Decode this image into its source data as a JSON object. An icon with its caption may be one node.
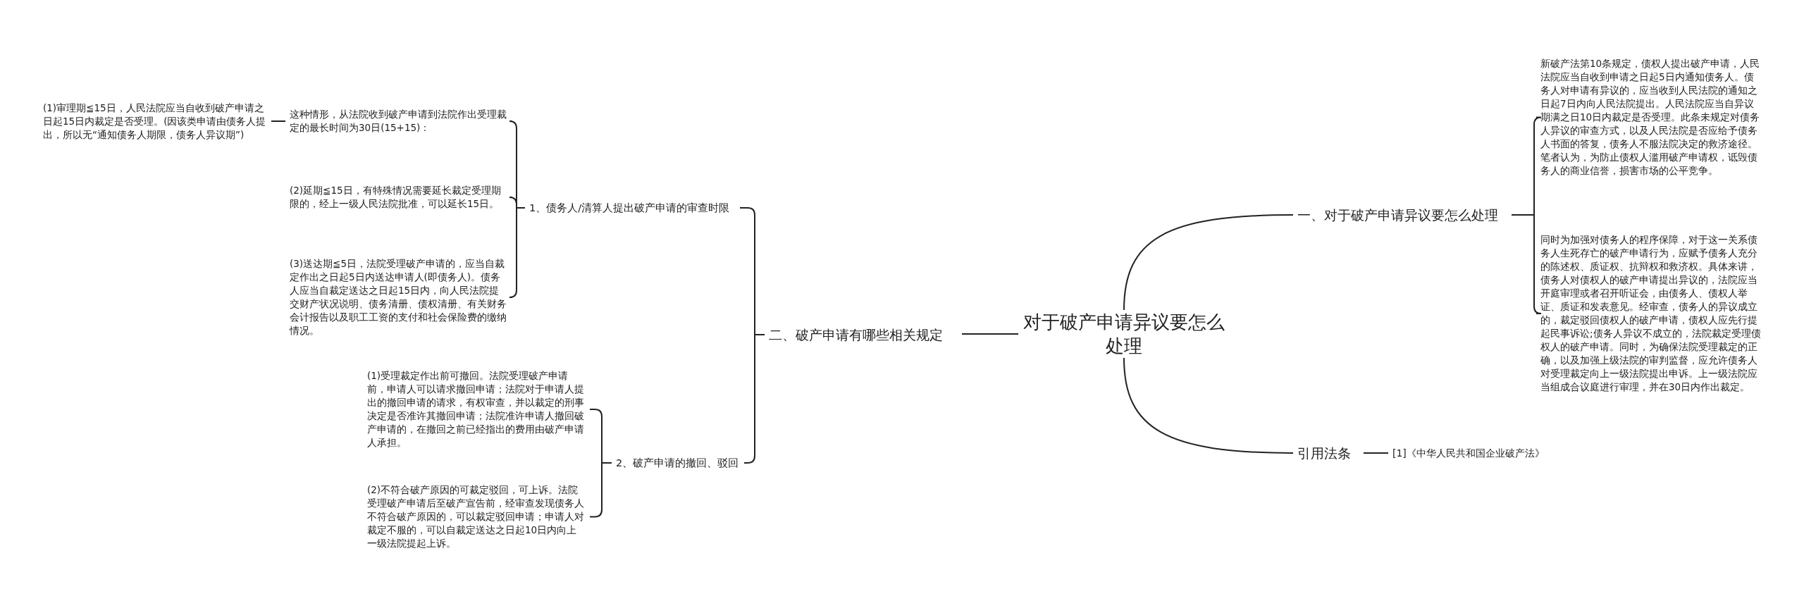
{
  "diagram": {
    "nodes": [
      {
        "text": [
          "对于破产申请异议要怎么处理"
        ]
      },
      {
        "text": [
          "一、对于破产申请异议要怎么处理"
        ]
      },
      {
        "text": [
          "新破产法第10条规定，债权人提出破产申请，人民法院应当自收到申请之日起5日内通知债务人。债务人对申请有异议的，应当收到人民法院的通知之日起7日内向人民法院提出。人民法院应当自异议期满之日10日内裁定是否受理。此条未规定对债务人异议的审查方式，以及人民法院是否应给予债务人书面的答复，债务人不服法院决定的救济途径。笔者认为，为防止债权人滥用破产申请权，诋毁债务人的商业信誉，损害市场的公平竞争。"
        ]
      },
      {
        "text": [
          "同时为加强对债务人的程序保障，对于这一关系债务人生死存亡的破产申请行为，应赋予债务人充分的陈述权、质证权、抗辩权和救济权。具体来讲，债务人对债权人的破产申请提出异议的，法院应当开庭审理或者召开听证会，由债务人、债权人举证、质证和发表意见。经审查，债务人的异议成立的，裁定驳回债权人的破产申请，债权人应先行提起民事诉讼;债务人异议不成立的，法院裁定受理债权人的破产申请。同时，为确保法院受理裁定的正确，以及加强上级法院的审判监督，应允许债务人对受理裁定向上一级法院提出申诉。上一级法院应当组成合议庭进行审理，并在30日内作出裁定。"
        ]
      },
      {
        "text": [
          "引用法条"
        ]
      },
      {
        "text": [
          "[1]《中华人民共和国企业破产法》"
        ]
      },
      {
        "text": [
          "二、破产申请有哪些相关规定"
        ]
      },
      {
        "text": [
          "1、债务人/清算人提出破产申请的审查时限"
        ]
      },
      {
        "text": [
          "这种情形，从法院收到破产申请到法院作出受理裁定的最长时间为30日(15+15)："
        ]
      },
      {
        "text": [
          "(1)审理期≦15日，人民法院应当自收到破产申请之日起15日内裁定是否受理。(因该类申请由债务人提出，所以无“通知债务人期限，债务人异议期”)"
        ]
      },
      {
        "text": [
          "(2)延期≦15日，有特殊情况需要延长裁定受理期限的，经上一级人民法院批准，可以延长15日。"
        ]
      },
      {
        "text": [
          "(3)送达期≦5日，法院受理破产申请的，应当自裁定作出之日起5日内送达申请人(即债务人)。债务人应当自裁定送达之日起15日内，向人民法院提交财产状况说明、债务清册、债权清册、有关财务会计报告以及职工工资的支付和社会保险费的缴纳情况。"
        ]
      },
      {
        "text": [
          "2、破产申请的撤回、驳回"
        ]
      },
      {
        "text": [
          "(1)受理裁定作出前可撤回。法院受理破产申请前，申请人可以请求撤回申请；法院对于申请人提出的撤回申请的请求，有权审查，并以裁定的刑事决定是否准许其撤回申请；法院准许申请人撤回破产申请的，在撤回之前已经指出的费用由破产申请人承担。"
        ]
      },
      {
        "text": [
          "(2)不符合破产原因的可裁定驳回，可上诉。法院受理破产申请后至破产宣告前，经审查发现债务人不符合破产原因的，可以裁定驳回申请；申请人对裁定不服的，可以自裁定送达之日起10日内向上一级法院提起上诉。"
        ]
      }
    ],
    "edges": [
      {
        "from": 0,
        "to": 1,
        "arrow": "none"
      },
      {
        "from": 0,
        "to": 6,
        "arrow": "none"
      },
      {
        "from": 0,
        "to": 4,
        "arrow": "none"
      },
      {
        "from": 1,
        "to": 2,
        "arrow": "none"
      },
      {
        "from": 1,
        "to": 3,
        "arrow": "none"
      },
      {
        "from": 4,
        "to": 5,
        "arrow": "none"
      },
      {
        "from": 6,
        "to": 7,
        "arrow": "none"
      },
      {
        "from": 6,
        "to": 12,
        "arrow": "none"
      },
      {
        "from": 7,
        "to": 8,
        "arrow": "none"
      },
      {
        "from": 7,
        "to": 10,
        "arrow": "none"
      },
      {
        "from": 7,
        "to": 11,
        "arrow": "none"
      },
      {
        "from": 8,
        "to": 9,
        "arrow": "none"
      },
      {
        "from": 12,
        "to": 13,
        "arrow": "none"
      },
      {
        "from": 12,
        "to": 14,
        "arrow": "none"
      }
    ]
  }
}
